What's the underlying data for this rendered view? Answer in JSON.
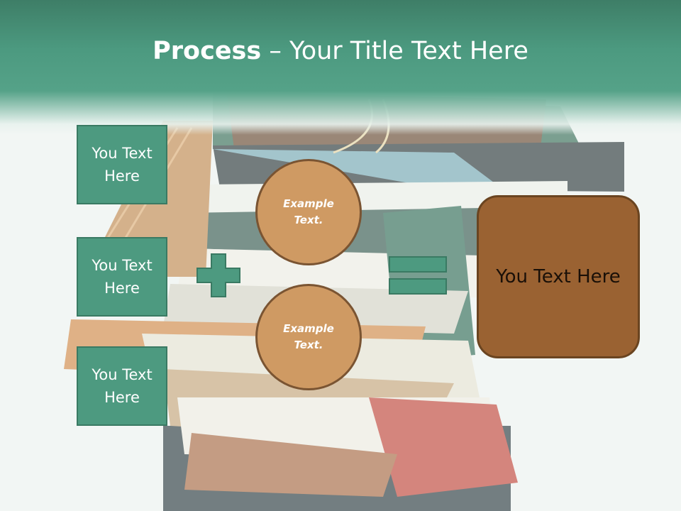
{
  "slide": {
    "title_bold": "Process",
    "title_rest": " – Your Title Text Here"
  },
  "left_boxes": [
    {
      "line1": "You Text",
      "line2": "Here"
    },
    {
      "line1": "You Text",
      "line2": "Here"
    },
    {
      "line1": "You Text",
      "line2": "Here"
    }
  ],
  "circles": [
    {
      "line1": "Example",
      "line2": "Text."
    },
    {
      "line1": "Example",
      "line2": "Text."
    }
  ],
  "result_box": {
    "text": "You Text Here"
  },
  "colors": {
    "teal": "#4d9a80",
    "teal_dark": "#3a7a63",
    "circle_fill": "#cf9a63",
    "result_fill": "#9a6232"
  },
  "icons": {
    "operator_1": "plus-icon",
    "operator_2": "equals-icon",
    "background": "books-stack-image"
  }
}
